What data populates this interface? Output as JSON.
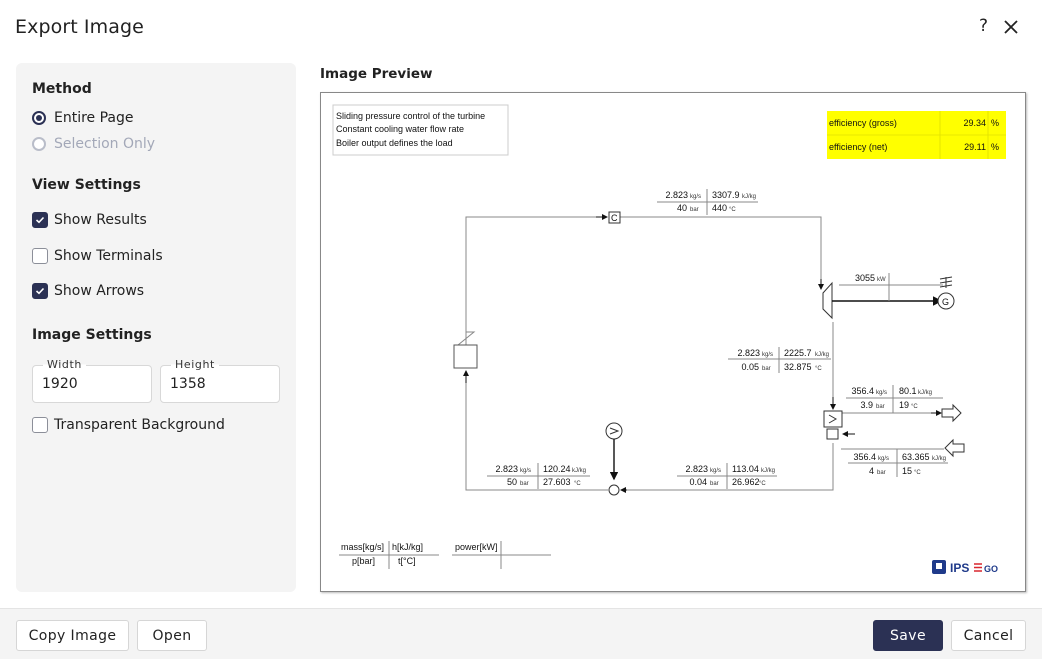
{
  "dialog": {
    "title": "Export Image",
    "help_icon": "?",
    "close_icon": "close-icon"
  },
  "method": {
    "title": "Method",
    "options": [
      {
        "label": "Entire Page",
        "selected": true,
        "enabled": true
      },
      {
        "label": "Selection Only",
        "selected": false,
        "enabled": false
      }
    ]
  },
  "view_settings": {
    "title": "View Settings",
    "options": [
      {
        "label": "Show Results",
        "checked": true
      },
      {
        "label": "Show Terminals",
        "checked": false
      },
      {
        "label": "Show Arrows",
        "checked": true
      }
    ]
  },
  "image_settings": {
    "title": "Image Settings",
    "width_label": "Width",
    "width_value": "1920",
    "height_label": "Height",
    "height_value": "1358",
    "transparent_label": "Transparent Background",
    "transparent_checked": false
  },
  "preview": {
    "label": "Image Preview",
    "notes": [
      "Sliding pressure control of the turbine",
      "Constant cooling water flow rate",
      "Boiler output defines the load"
    ],
    "efficiency": [
      {
        "label": "efficiency (gross)",
        "value": "29.34",
        "unit": "%"
      },
      {
        "label": "efficiency (net)",
        "value": "29.11",
        "unit": "%"
      }
    ],
    "highlight_color": "#ffff00",
    "streams": {
      "live_steam": {
        "mass": "2.823",
        "mass_unit": "kg/s",
        "h": "3307.9",
        "h_unit": "kJ/kg",
        "p": "40",
        "p_unit": "bar",
        "t": "440",
        "t_unit": "°C"
      },
      "turbine_exit": {
        "mass": "2.823",
        "mass_unit": "kg/s",
        "h": "2225.7",
        "h_unit": "kJ/kg",
        "p": "0.05",
        "p_unit": "bar",
        "t": "32.875",
        "t_unit": "°C"
      },
      "cooling_out": {
        "mass": "356.4",
        "mass_unit": "kg/s",
        "h": "80.1",
        "h_unit": "kJ/kg",
        "p": "3.9",
        "p_unit": "bar",
        "t": "19",
        "t_unit": "°C"
      },
      "cooling_in": {
        "mass": "356.4",
        "mass_unit": "kg/s",
        "h": "63.365",
        "h_unit": "kJ/kg",
        "p": "4",
        "p_unit": "bar",
        "t": "15",
        "t_unit": "°C"
      },
      "pump_out": {
        "mass": "2.823",
        "mass_unit": "kg/s",
        "h": "120.24",
        "h_unit": "kJ/kg",
        "p": "50",
        "p_unit": "bar",
        "t": "27.603",
        "t_unit": "°C"
      },
      "condensate": {
        "mass": "2.823",
        "mass_unit": "kg/s",
        "h": "113.04",
        "h_unit": "kJ/kg",
        "p": "0.04",
        "p_unit": "bar",
        "t": "26.962",
        "t_unit": "°C"
      }
    },
    "power": {
      "value": "3055",
      "unit": "kW"
    },
    "legend": {
      "mass": "mass[kg/s]",
      "h": "h[kJ/kg]",
      "p": "p[bar]",
      "t": "t[°C]",
      "power": "power[kW]"
    },
    "controller_label": "C",
    "generator_label": "G",
    "logo": {
      "prefix": "IPS",
      "suffix": "GO"
    }
  },
  "footer": {
    "copy_label": "Copy Image",
    "open_label": "Open",
    "save_label": "Save",
    "cancel_label": "Cancel"
  }
}
